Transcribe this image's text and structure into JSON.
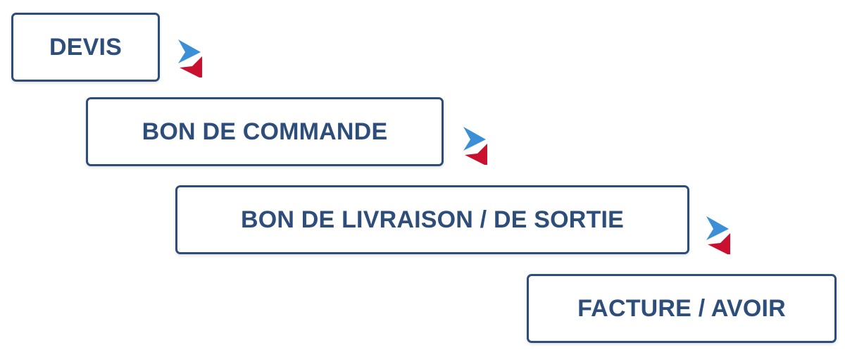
{
  "steps": [
    {
      "label": "DEVIS"
    },
    {
      "label": "BON DE COMMANDE"
    },
    {
      "label": "BON DE LIVRAISON / DE SORTIE"
    },
    {
      "label": "FACTURE / AVOIR"
    }
  ],
  "colors": {
    "text": "#2d4d7b",
    "border": "#2d4d7b",
    "arrow_blue": "#3a8fd6",
    "arrow_red": "#c9102f"
  },
  "icons": {
    "connector": "next-step-arrow-icon"
  }
}
